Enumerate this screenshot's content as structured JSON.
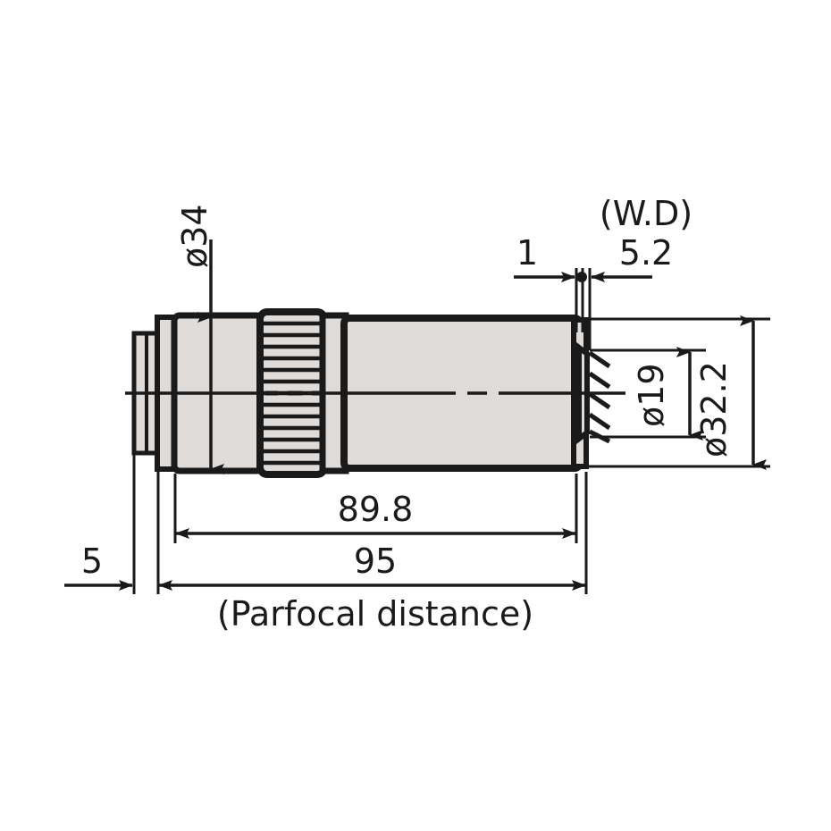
{
  "drawing": {
    "title": "Microscope objective lens outline dimension drawing",
    "units": "mm",
    "line_color": "#1a1a1a",
    "body_fill": "#dedbd8",
    "background": "#ffffff"
  },
  "dimensions": {
    "body_diameter": "ø34",
    "front_barrel_diameter": "ø32.2",
    "front_aperture_diameter": "ø19",
    "working_distance_label": "(W.D)",
    "working_distance_value": "5.2",
    "front_face_offset": "1",
    "length_to_front_face": "89.8",
    "parfocal_length": "95",
    "parfocal_caption": "(Parfocal distance)",
    "rear_mount_length": "5"
  },
  "parts": {
    "rear_thread": "rear-mount-thread",
    "rear_shoulder": "rear-shoulder-ring",
    "mid_barrel": "mid-barrel",
    "knurled_grip": "knurled-grip-ring",
    "collar": "collar-ring",
    "main_barrel": "main-barrel",
    "front_ring": "front-retaining-ring",
    "front_lens_face": "front-lens-face"
  }
}
